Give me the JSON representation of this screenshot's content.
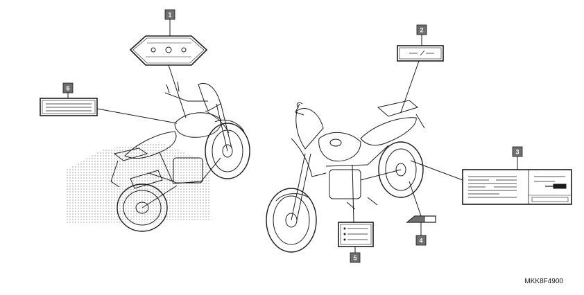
{
  "diagram": {
    "reference_code": "MKK8F4900",
    "callouts": [
      "1",
      "2",
      "3",
      "4",
      "5",
      "6"
    ],
    "colors": {
      "line": "#1a1a1a",
      "callout_fill": "#6f6f6f",
      "callout_text": "#ffffff",
      "stipple": "#9a9a9a"
    }
  }
}
